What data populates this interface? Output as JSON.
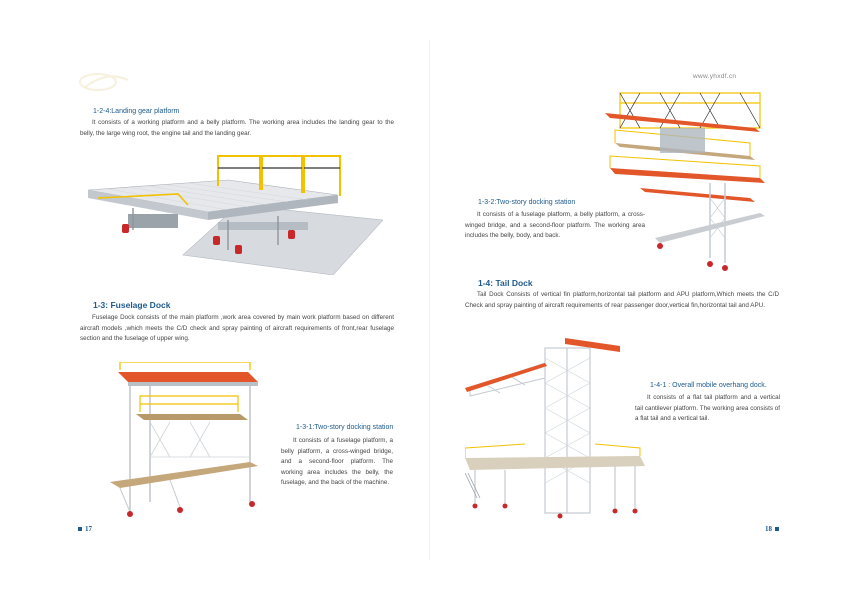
{
  "website": "www.yhxdf.cn",
  "pages": {
    "left": {
      "number": "17",
      "landing_gear": {
        "heading": "1-2-4:Landing gear platform",
        "body": "It consists of a working platform and a belly platform. The working area includes the landing gear to the belly, the large wing root, the engine tail and the landing gear."
      },
      "fuselage_dock": {
        "heading": "1-3: Fuselage Dock",
        "body": "Fuselage Dock consists of the main platform ,work area covered by main work platform based on different aircraft models ,which meets the C/D check and spray painting of aircraft requirements of front,rear fuselage section and the fuselage of upper wing."
      },
      "two_story": {
        "heading": "1-3-1:Two-story docking station",
        "body": "It consists of a fuselage platform, a belly platform, a cross-winged bridge, and a second-floor platform. The working area includes the belly, the fuselage, and the back of the machine."
      }
    },
    "right": {
      "number": "18",
      "two_story": {
        "heading": "1-3-2:Two-story docking station",
        "body": "It consists of a fuselage platform, a belly platform, a cross-winged bridge, and a second-floor platform. The working area includes the belly, body, and back."
      },
      "tail_dock": {
        "heading": "1-4: Tail Dock",
        "body": "Tail Dock Consists of vertical fin platform,horizontal tail platform and APU platform,Which meets the C/D Check and spray painting of aircraft requirements of rear passenger door,vertical fin,horizontal tail and APU."
      },
      "overhang": {
        "heading": "1-4-1 : Overall mobile overhang dock.",
        "body": "It consists of a flat tail platform and a vertical tail cantilever platform. The working area consists of a flat tail and a vertical tail."
      }
    }
  },
  "colors": {
    "accent_blue": "#1e5a8c",
    "rail_yellow": "#f2c200",
    "deck_orange": "#e2562a",
    "frame_gray": "#b9c0c7",
    "wheel_red": "#c8282a"
  }
}
